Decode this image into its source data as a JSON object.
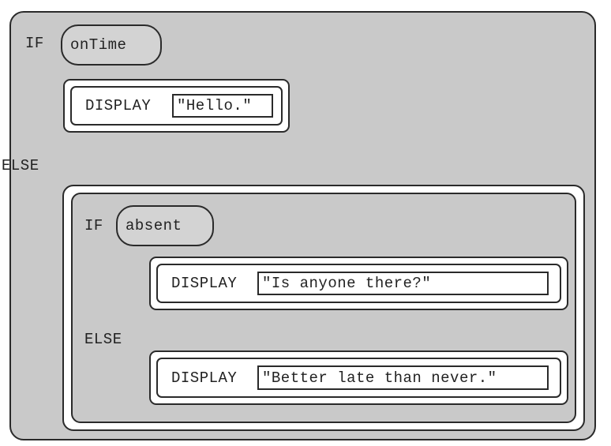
{
  "outer": {
    "if_keyword": "IF",
    "condition": "onTime",
    "then_block": {
      "command": "DISPLAY",
      "argument": "\"Hello.\""
    },
    "else_keyword": "ELSE"
  },
  "nested": {
    "if_keyword": "IF",
    "condition": "absent",
    "then_block": {
      "command": "DISPLAY",
      "argument": "\"Is anyone there?\""
    },
    "else_keyword": "ELSE",
    "else_block": {
      "command": "DISPLAY",
      "argument": "\"Better late than never.\""
    }
  }
}
